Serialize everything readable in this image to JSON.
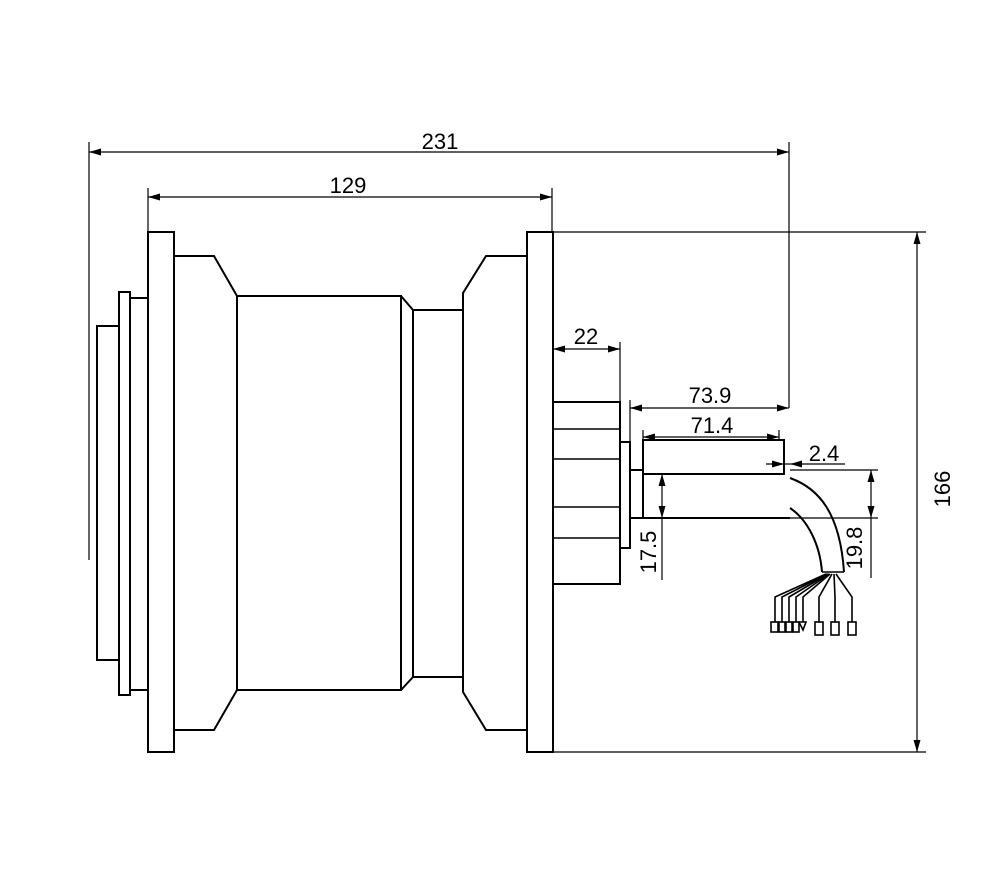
{
  "drawing": {
    "dimensions": {
      "overall_length": "231",
      "body_length": "129",
      "encoder_depth": "22",
      "housing_length": "73.9",
      "board_length": "71.4",
      "cable_offset": "2.4",
      "board_height": "17.5",
      "cable_height": "19.8",
      "flange_height": "166"
    },
    "line_color": "#000000",
    "background": "#ffffff"
  }
}
